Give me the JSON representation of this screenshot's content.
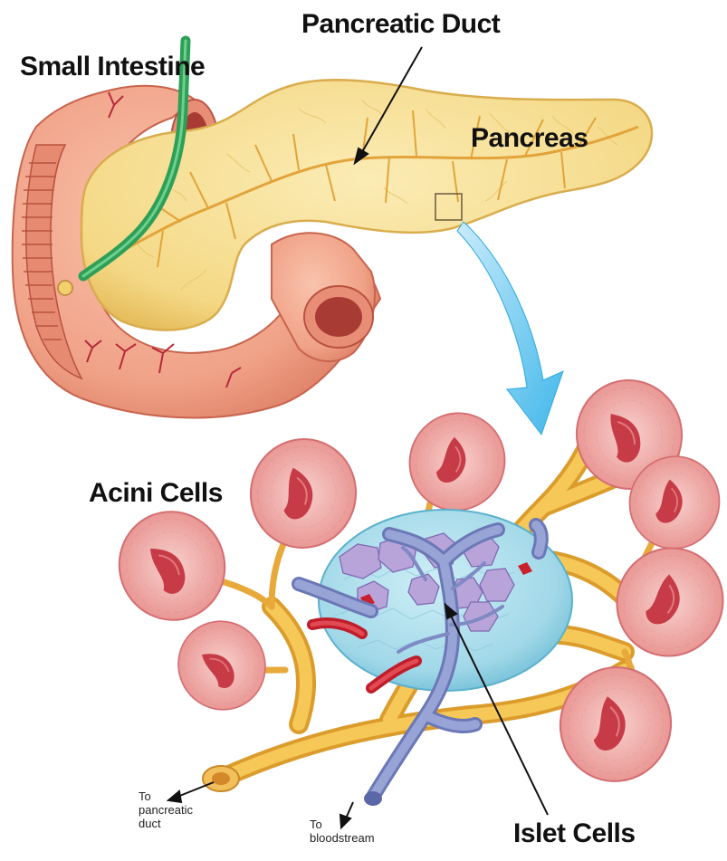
{
  "labels": {
    "pancreatic_duct": "Pancreatic Duct",
    "small_intestine": "Small Intestine",
    "pancreas": "Pancreas",
    "acini_cells": "Acini Cells",
    "islet_cells": "Islet Cells"
  },
  "small_labels": {
    "to_pancreatic_duct": [
      "To",
      "pancreatic",
      "duct"
    ],
    "to_bloodstream": [
      "To",
      "bloodstream"
    ]
  },
  "colors": {
    "intestine": "#f2a98f",
    "intestine_dark": "#d9775e",
    "intestine_inner": "#b8493c",
    "pancreas": "#f6dc8c",
    "pancreas_edge": "#e3b955",
    "duct": "#eba83a",
    "common_bile_duct": "#2fa55a",
    "arrow_blue": "#5cc8f0",
    "islet": "#a6dcea",
    "islet_cell": "#b8a6d8",
    "vein": "#8d98cc",
    "artery": "#c8202c",
    "acinus": "#f0a8a8",
    "acinus_lumen": "#c43c45"
  }
}
